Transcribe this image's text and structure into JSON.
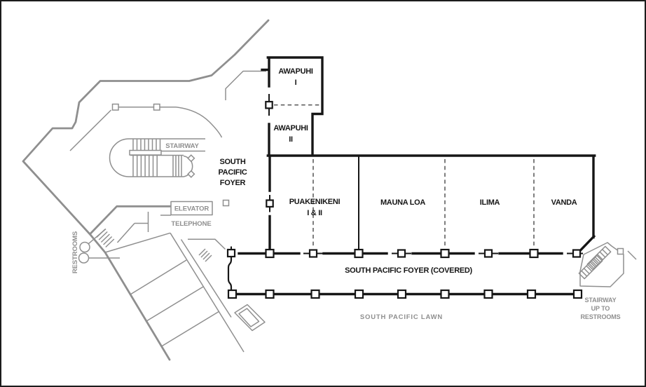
{
  "colors": {
    "ink": "#161616",
    "gray": "#8f8f8f",
    "bg": "#ffffff",
    "border": "#1c1c1c"
  },
  "rooms": {
    "awapuhi_1": {
      "line1": "AWAPUHI",
      "line2": "I"
    },
    "awapuhi_2": {
      "line1": "AWAPUHI",
      "line2": "II"
    },
    "puakenikeni": {
      "line1": "PUAKENIKENI",
      "line2": "I & II"
    },
    "mauna_loa": {
      "label": "MAUNA LOA"
    },
    "ilima": {
      "label": "ILIMA"
    },
    "vanda": {
      "label": "VANDA"
    }
  },
  "areas": {
    "foyer": {
      "line1": "SOUTH",
      "line2": "PACIFIC",
      "line3": "FOYER"
    },
    "covered_foyer": {
      "label": "SOUTH PACIFIC FOYER (COVERED)"
    },
    "lawn": {
      "label": "SOUTH PACIFIC LAWN"
    }
  },
  "facilities": {
    "stairway": {
      "label": "STAIRWAY"
    },
    "elevator": {
      "label": "ELEVATOR"
    },
    "telephone": {
      "label": "TELEPHONE"
    },
    "restrooms": {
      "label": "RESTROOMS"
    },
    "stairway_up": {
      "line1": "STAIRWAY",
      "line2": "UP TO",
      "line3": "RESTROOMS"
    }
  }
}
